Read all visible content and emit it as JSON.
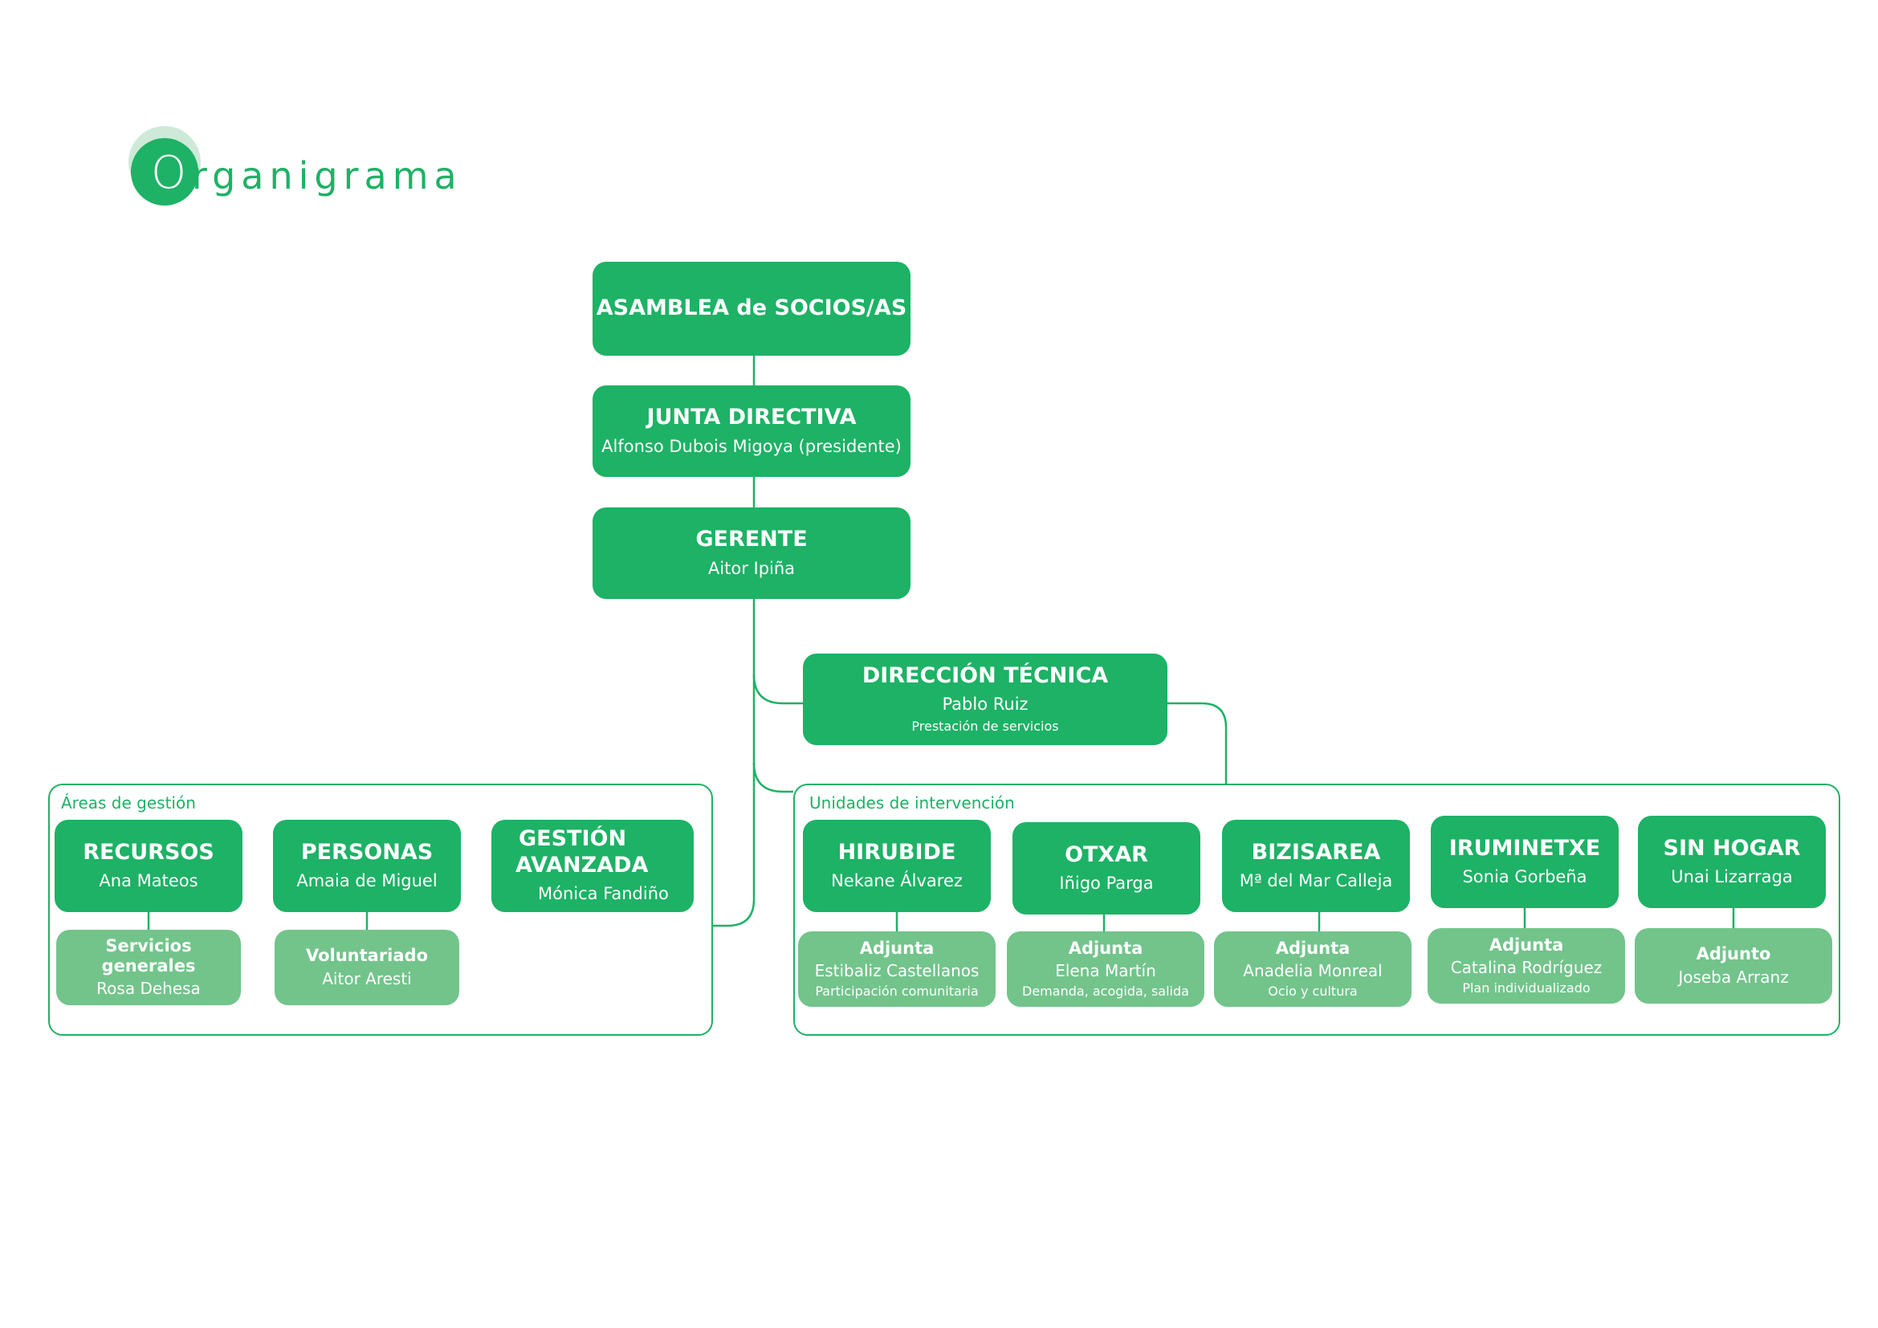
{
  "colors": {
    "primary": "#1db265",
    "secondary": "#72c48b",
    "line": "#1db265"
  },
  "logo": {
    "initial": "O",
    "rest": "rganigrama"
  },
  "top": {
    "asamblea": {
      "title": "ASAMBLEA de SOCIOS/AS"
    },
    "junta": {
      "title": "JUNTA DIRECTIVA",
      "name": "Alfonso Dubois Migoya (presidente)"
    },
    "gerente": {
      "title": "GERENTE",
      "name": "Aitor Ipiña"
    },
    "direccion": {
      "title": "DIRECCIÓN TÉCNICA",
      "name": "Pablo Ruiz",
      "note": "Prestación de servicios"
    }
  },
  "areas": {
    "label": "Áreas de gestión",
    "items": [
      {
        "title": "RECURSOS",
        "name": "Ana Mateos",
        "sub": {
          "title": "Servicios generales",
          "name": "Rosa Dehesa"
        }
      },
      {
        "title": "PERSONAS",
        "name": "Amaia de Miguel",
        "sub": {
          "title": "Voluntariado",
          "name": "Aitor Aresti"
        }
      },
      {
        "title_line1": "GESTIÓN",
        "title_line2": "AVANZADA",
        "name": "Mónica Fandiño"
      }
    ]
  },
  "unidades": {
    "label": "Unidades de intervención",
    "items": [
      {
        "title": "HIRUBIDE",
        "name": "Nekane Álvarez",
        "sub": {
          "title": "Adjunta",
          "name": "Estibaliz Castellanos",
          "note": "Participación comunitaria"
        }
      },
      {
        "title": "OTXAR",
        "name": "Iñigo Parga",
        "sub": {
          "title": "Adjunta",
          "name": "Elena Martín",
          "note": "Demanda, acogida, salida"
        }
      },
      {
        "title": "BIZISAREA",
        "name": "Mª del Mar Calleja",
        "sub": {
          "title": "Adjunta",
          "name": "Anadelia Monreal",
          "note": "Ocio y cultura"
        }
      },
      {
        "title": "IRUMINETXE",
        "name": "Sonia Gorbeña",
        "sub": {
          "title": "Adjunta",
          "name": "Catalina Rodríguez",
          "note": "Plan individualizado"
        }
      },
      {
        "title": "SIN HOGAR",
        "name": "Unai Lizarraga",
        "sub": {
          "title": "Adjunto",
          "name": "Joseba Arranz"
        }
      }
    ]
  }
}
